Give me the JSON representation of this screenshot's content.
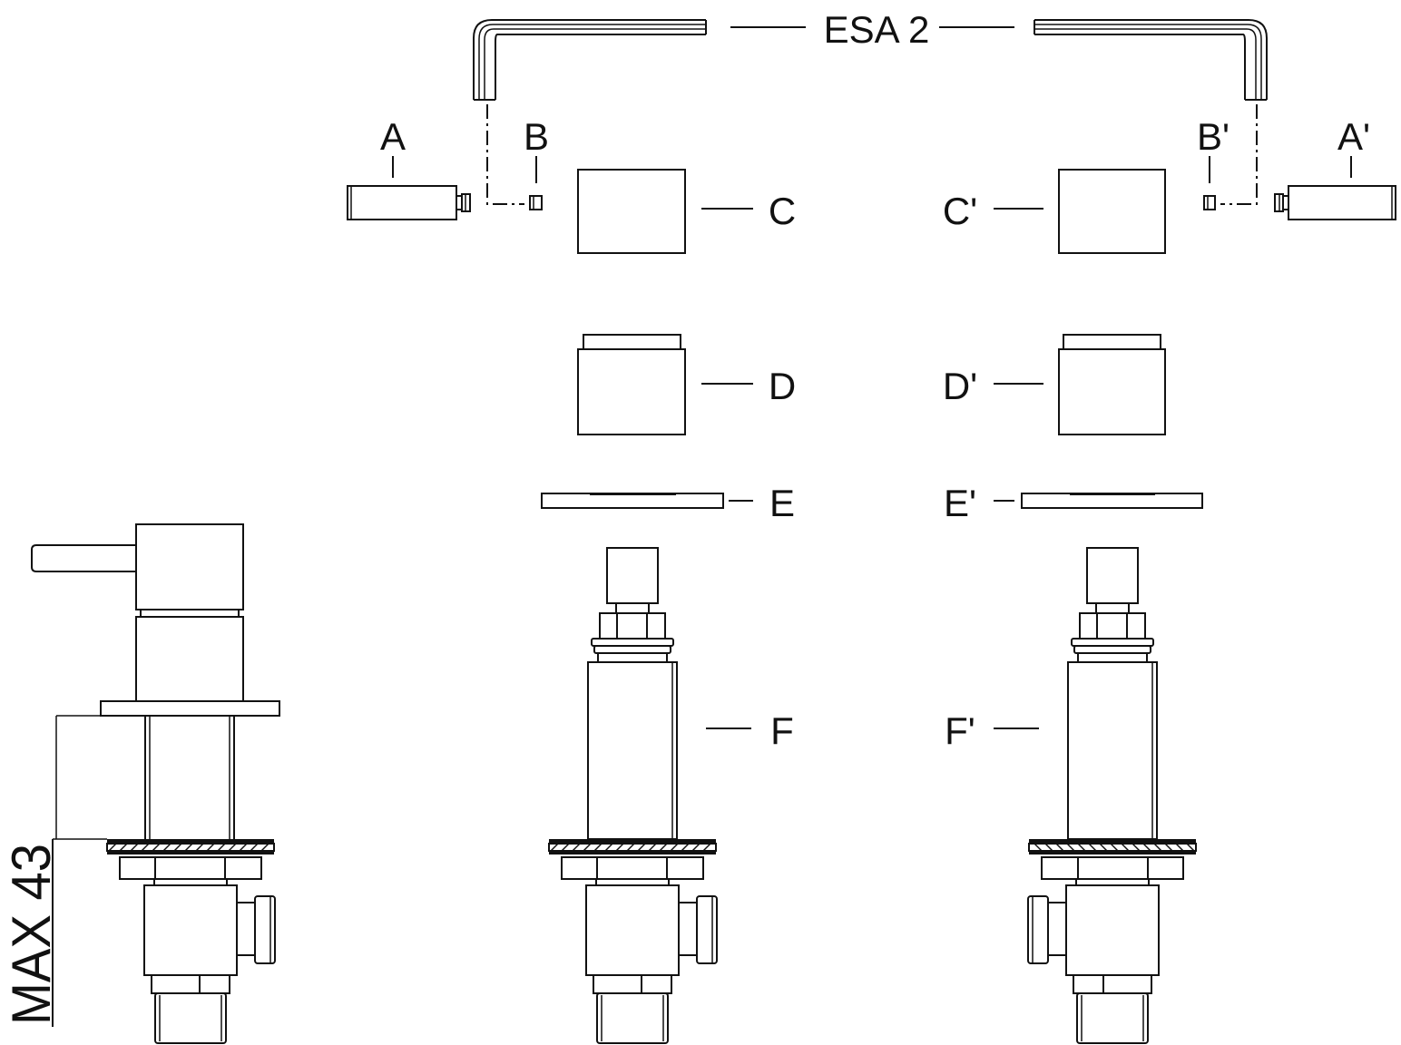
{
  "diagram": {
    "tool_label": "ESA 2",
    "labels": {
      "a": "A",
      "b": "B",
      "c": "C",
      "d": "D",
      "e": "E",
      "f": "F",
      "a_prime": "A'",
      "b_prime": "B'",
      "c_prime": "C'",
      "d_prime": "D'",
      "e_prime": "E'",
      "f_prime": "F'"
    },
    "dimension": "MAX 43"
  }
}
